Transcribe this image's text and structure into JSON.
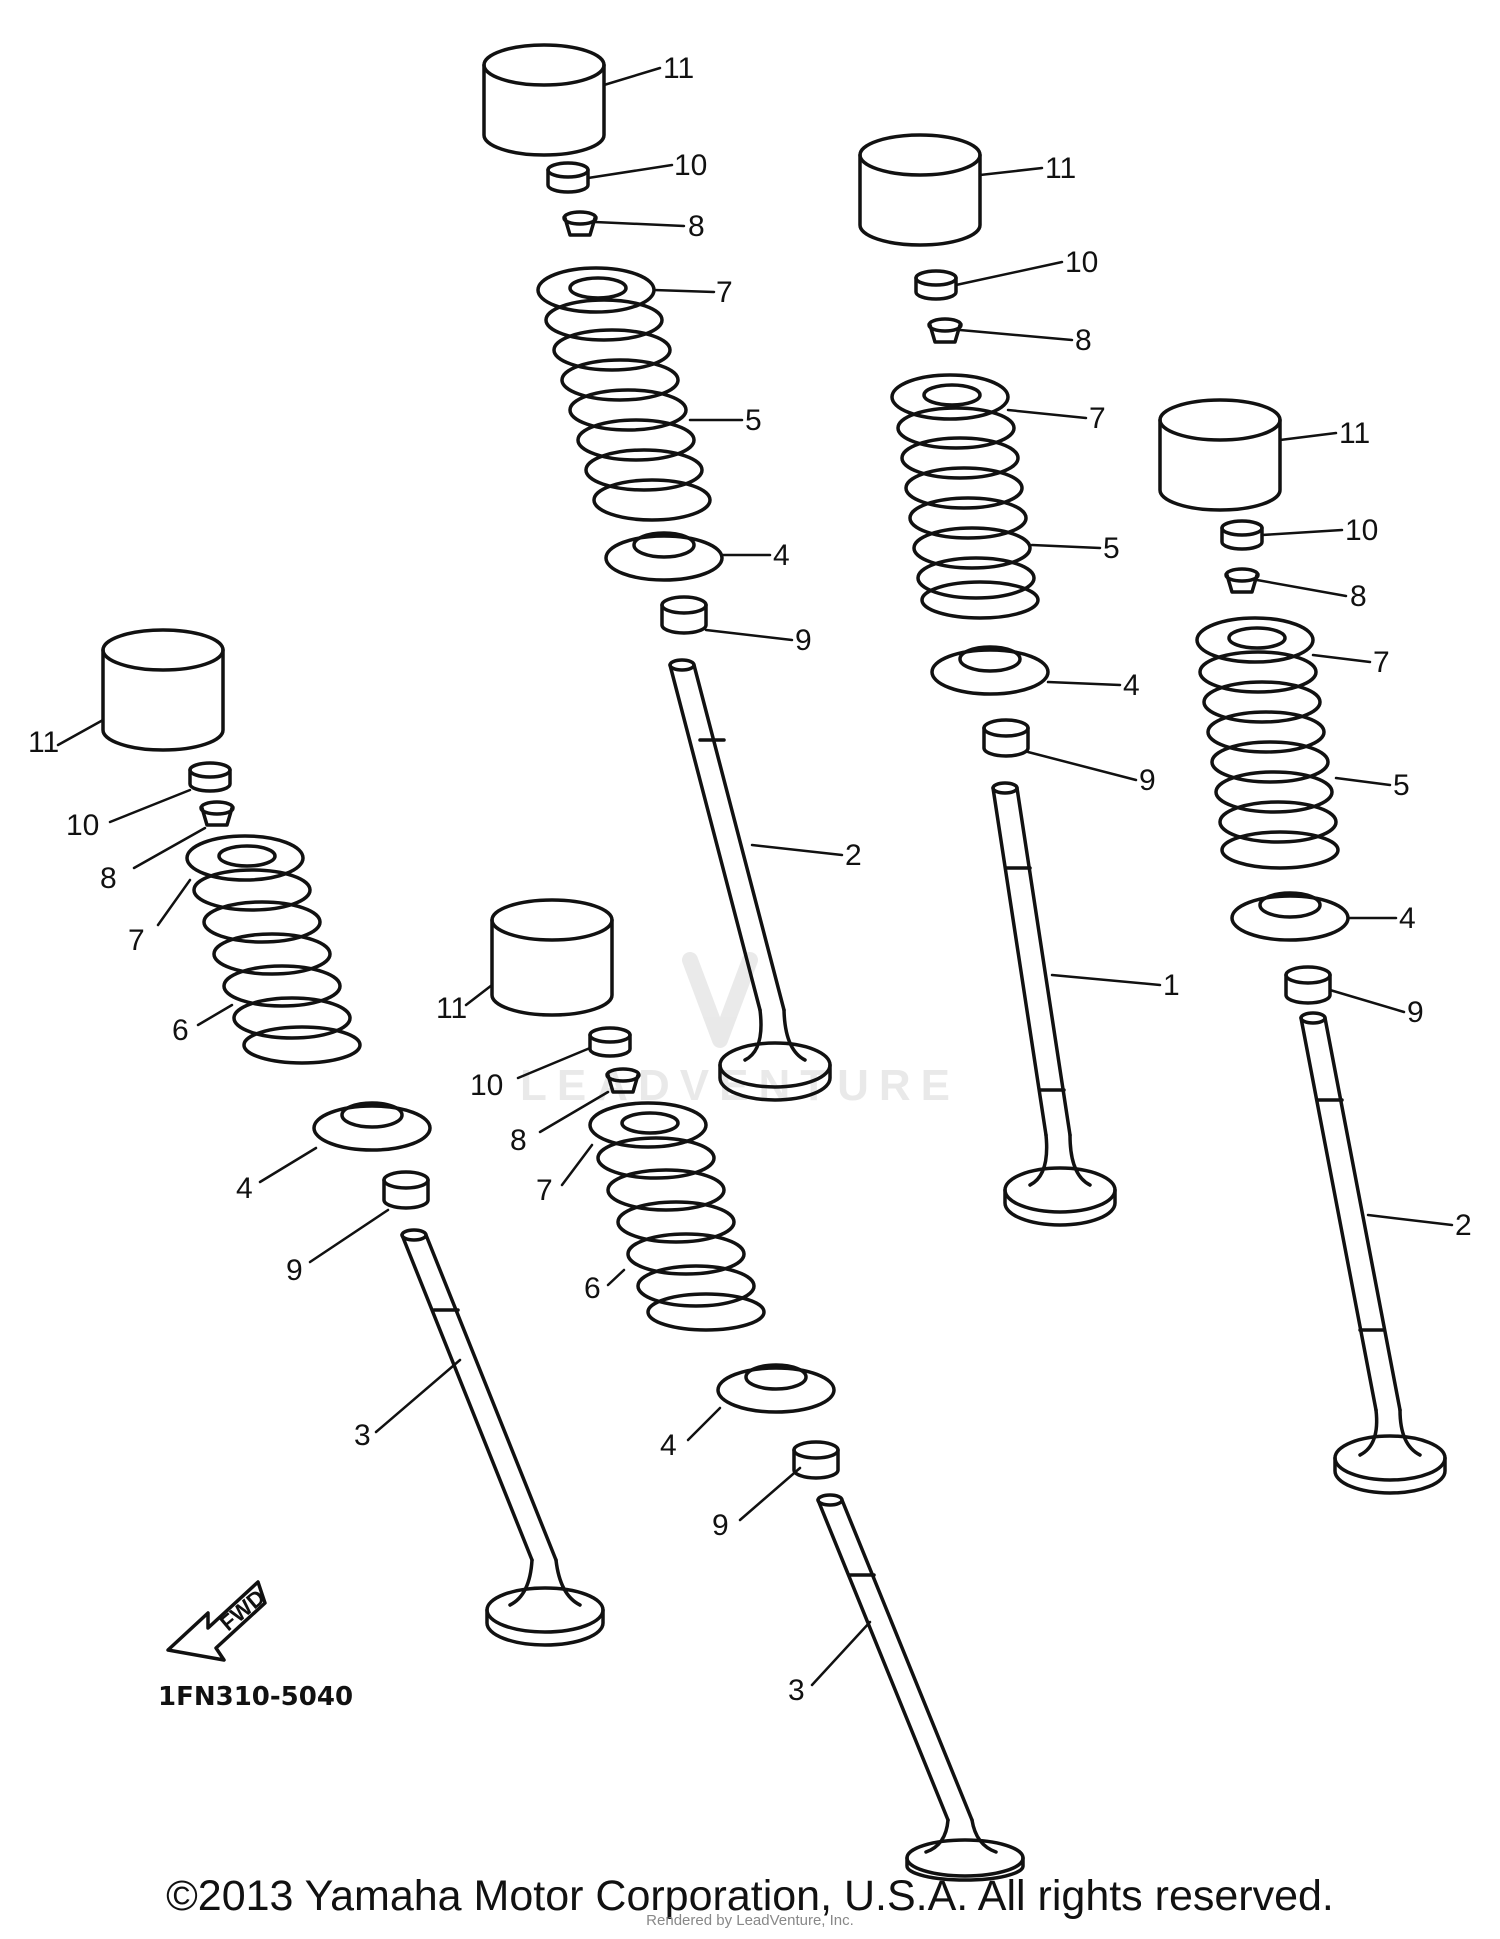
{
  "diagram": {
    "part_code": "1FN310-5040",
    "fwd_label": "FWD",
    "watermark": "LEADVENTURE",
    "callouts": [
      {
        "id": "a11",
        "text": "11"
      },
      {
        "id": "a10",
        "text": "10"
      },
      {
        "id": "a8",
        "text": "8"
      },
      {
        "id": "a7",
        "text": "7"
      },
      {
        "id": "a5",
        "text": "5"
      },
      {
        "id": "a4",
        "text": "4"
      },
      {
        "id": "a9",
        "text": "9"
      },
      {
        "id": "a2",
        "text": "2"
      },
      {
        "id": "b11",
        "text": "11"
      },
      {
        "id": "b10",
        "text": "10"
      },
      {
        "id": "b8",
        "text": "8"
      },
      {
        "id": "b7",
        "text": "7"
      },
      {
        "id": "b5",
        "text": "5"
      },
      {
        "id": "b4",
        "text": "4"
      },
      {
        "id": "b9",
        "text": "9"
      },
      {
        "id": "b1",
        "text": "1"
      },
      {
        "id": "c11",
        "text": "11"
      },
      {
        "id": "c10",
        "text": "10"
      },
      {
        "id": "c8",
        "text": "8"
      },
      {
        "id": "c7",
        "text": "7"
      },
      {
        "id": "c5",
        "text": "5"
      },
      {
        "id": "c4",
        "text": "4"
      },
      {
        "id": "c9",
        "text": "9"
      },
      {
        "id": "c2",
        "text": "2"
      },
      {
        "id": "d11",
        "text": "11"
      },
      {
        "id": "d10",
        "text": "10"
      },
      {
        "id": "d8",
        "text": "8"
      },
      {
        "id": "d7",
        "text": "7"
      },
      {
        "id": "d6",
        "text": "6"
      },
      {
        "id": "d4",
        "text": "4"
      },
      {
        "id": "d9",
        "text": "9"
      },
      {
        "id": "d3",
        "text": "3"
      },
      {
        "id": "e11",
        "text": "11"
      },
      {
        "id": "e10",
        "text": "10"
      },
      {
        "id": "e8",
        "text": "8"
      },
      {
        "id": "e7",
        "text": "7"
      },
      {
        "id": "e6",
        "text": "6"
      },
      {
        "id": "e4",
        "text": "4"
      },
      {
        "id": "e9",
        "text": "9"
      },
      {
        "id": "e3",
        "text": "3"
      }
    ]
  },
  "footer": {
    "copyright": "©2013 Yamaha Motor Corporation, U.S.A. All rights reserved.",
    "rendered_by": "Rendered by LeadVenture, Inc."
  }
}
